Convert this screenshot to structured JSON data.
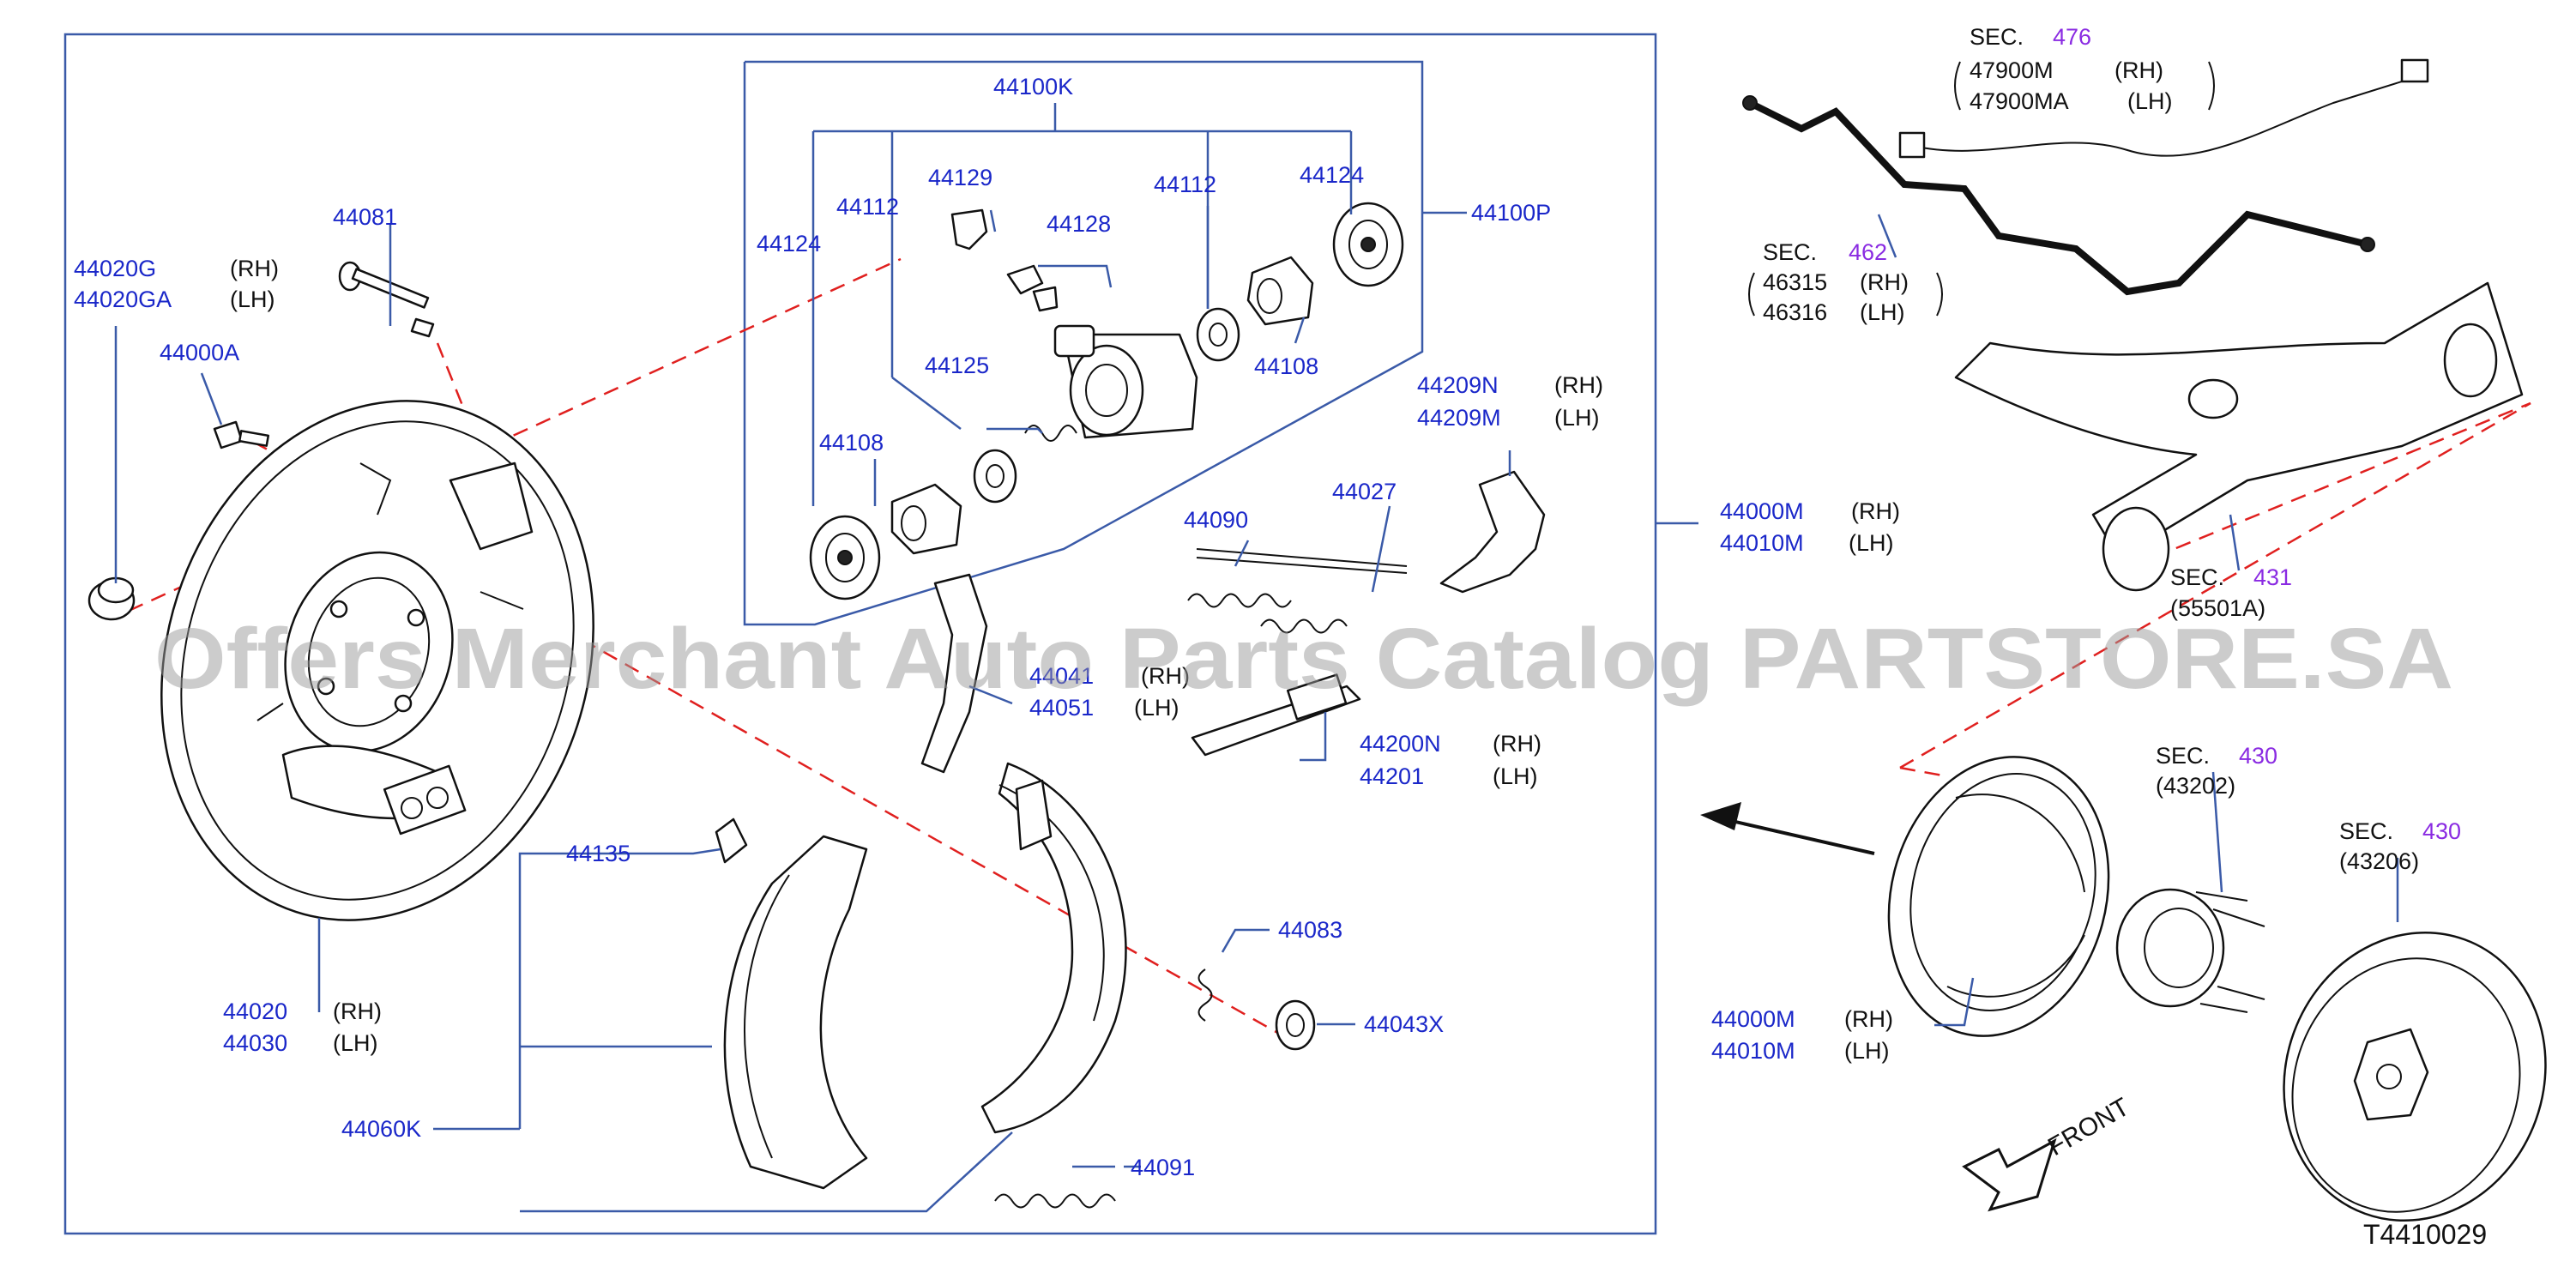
{
  "diagram": {
    "code": "T4410029",
    "watermark": "Offers Merchant Auto Parts Catalog PARTSTORE.SA",
    "front_label": "FRONT",
    "callouts": [
      {
        "id": "c1",
        "parts": [
          "44100K"
        ]
      },
      {
        "id": "c2",
        "parts": [
          "44100P"
        ]
      },
      {
        "id": "c3",
        "parts": [
          "44129"
        ]
      },
      {
        "id": "c4",
        "parts": [
          "44128"
        ]
      },
      {
        "id": "c5",
        "parts": [
          "44112"
        ]
      },
      {
        "id": "c6",
        "parts": [
          "44112"
        ]
      },
      {
        "id": "c7",
        "parts": [
          "44124"
        ]
      },
      {
        "id": "c8",
        "parts": [
          "44124"
        ]
      },
      {
        "id": "c9",
        "parts": [
          "44125"
        ]
      },
      {
        "id": "c10",
        "parts": [
          "44108"
        ]
      },
      {
        "id": "c11",
        "parts": [
          "44108"
        ]
      },
      {
        "id": "c12",
        "parts": [
          "44081"
        ]
      },
      {
        "id": "c13",
        "parts": [
          "44020G",
          "44020GA"
        ],
        "notes": [
          "(RH)",
          "(LH)"
        ]
      },
      {
        "id": "c14",
        "parts": [
          "44000A"
        ]
      },
      {
        "id": "c15",
        "parts": [
          "44020",
          "44030"
        ],
        "notes": [
          "(RH)",
          "(LH)"
        ]
      },
      {
        "id": "c16",
        "parts": [
          "44090"
        ]
      },
      {
        "id": "c17",
        "parts": [
          "44027"
        ]
      },
      {
        "id": "c18",
        "parts": [
          "44209N",
          "44209M"
        ],
        "notes": [
          "(RH)",
          "(LH)"
        ]
      },
      {
        "id": "c19",
        "parts": [
          "44041",
          "44051"
        ],
        "notes": [
          "(RH)",
          "(LH)"
        ]
      },
      {
        "id": "c20",
        "parts": [
          "44200N",
          "44201"
        ],
        "notes": [
          "(RH)",
          "(LH)"
        ]
      },
      {
        "id": "c21",
        "parts": [
          "44000M",
          "44010M"
        ],
        "notes": [
          "(RH)",
          "(LH)"
        ]
      },
      {
        "id": "c22",
        "parts": [
          "44135"
        ]
      },
      {
        "id": "c23",
        "parts": [
          "44083"
        ]
      },
      {
        "id": "c24",
        "parts": [
          "44043X"
        ]
      },
      {
        "id": "c25",
        "parts": [
          "44060K"
        ]
      },
      {
        "id": "c26",
        "parts": [
          "44091"
        ]
      },
      {
        "id": "c27",
        "parts": [
          "44000M",
          "44010M"
        ],
        "notes": [
          "(RH)",
          "(LH)"
        ]
      }
    ],
    "sections": [
      {
        "id": "s476",
        "prefix": "SEC.",
        "num": "476",
        "parts": [
          "47900M",
          "47900MA"
        ],
        "notes": [
          "(RH)",
          "(LH)"
        ]
      },
      {
        "id": "s462",
        "prefix": "SEC.",
        "num": "462",
        "parts": [
          "46315",
          "46316"
        ],
        "notes": [
          "(RH)",
          "(LH)"
        ]
      },
      {
        "id": "s431",
        "prefix": "SEC.",
        "num": "431",
        "parts": [
          "(55501A)"
        ]
      },
      {
        "id": "s430a",
        "prefix": "SEC.",
        "num": "430",
        "parts": [
          "(43202)"
        ]
      },
      {
        "id": "s430b",
        "prefix": "SEC.",
        "num": "430",
        "parts": [
          "(43206)"
        ]
      }
    ]
  }
}
